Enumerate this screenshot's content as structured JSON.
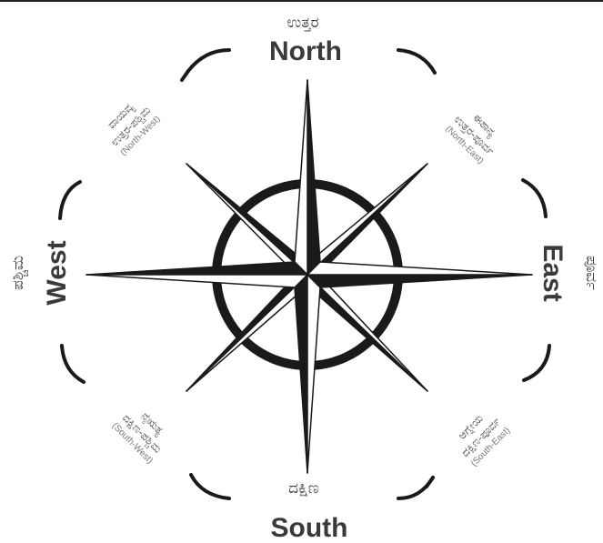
{
  "directions": {
    "north": {
      "kannada": "ಉತ್ತರ",
      "english": "North"
    },
    "south": {
      "kannada": "ದಕ್ಷಿಣ",
      "english": "South"
    },
    "east": {
      "kannada": "ಪೂರ್ವ",
      "english": "East"
    },
    "west": {
      "kannada": "ಪಶ್ಚಿಮ",
      "english": "West"
    }
  },
  "intercardinal": {
    "north_east": {
      "kannada_1": "ಈಶಾನ್ಯ",
      "kannada_2": "ಉತ್ತರ-ಪೂರ್ವ",
      "english": "(North-East)"
    },
    "north_west": {
      "kannada_1": "ವಾಯವ್ಯ",
      "kannada_2": "ಉತ್ತರ-ಪಶ್ಚಿಮ",
      "english": "(North-West)"
    },
    "south_east": {
      "kannada_1": "ಆಗ್ನೇಯ",
      "kannada_2": "ದಕ್ಷಿಣ-ಪೂರ್ವ",
      "english": "(South-East)"
    },
    "south_west": {
      "kannada_1": "ನೈಋತ್ಯ",
      "kannada_2": "ದಕ್ಷಿಣ-ಪಶ್ಚಿಮ",
      "english": "(South-West)"
    }
  },
  "colors": {
    "ink": "#1a1a1a",
    "light": "#ffffff",
    "label": "#3a3a3a"
  }
}
